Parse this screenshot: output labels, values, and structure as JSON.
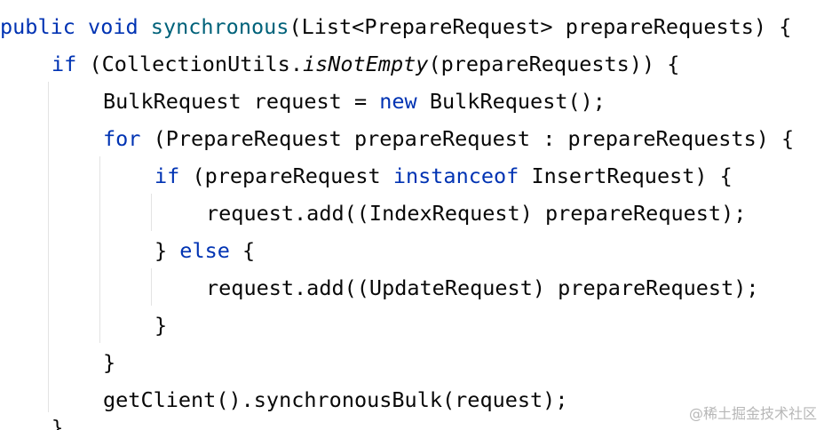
{
  "lines": [
    [
      [
        "kw",
        "public"
      ],
      [
        "p",
        " "
      ],
      [
        "kw",
        "void"
      ],
      [
        "p",
        " "
      ],
      [
        "fn",
        "synchronous"
      ],
      [
        "p",
        "(List<PrepareRequest> prepareRequests) {"
      ]
    ],
    [
      [
        "kw",
        "if"
      ],
      [
        "p",
        " (CollectionUtils."
      ],
      [
        "it",
        "isNotEmpty"
      ],
      [
        "p",
        "(prepareRequests)) {"
      ]
    ],
    [
      [
        "p",
        "BulkRequest request = "
      ],
      [
        "kw",
        "new"
      ],
      [
        "p",
        " BulkRequest();"
      ]
    ],
    [
      [
        "kw",
        "for"
      ],
      [
        "p",
        " (PrepareRequest prepareRequest : prepareRequests) {"
      ]
    ],
    [
      [
        "kw",
        "if"
      ],
      [
        "p",
        " (prepareRequest "
      ],
      [
        "kw",
        "instanceof"
      ],
      [
        "p",
        " InsertRequest) {"
      ]
    ],
    [
      [
        "p",
        "request.add((IndexRequest) prepareRequest);"
      ]
    ],
    [
      [
        "p",
        "} "
      ],
      [
        "kw",
        "else"
      ],
      [
        "p",
        " {"
      ]
    ],
    [
      [
        "p",
        "request.add((UpdateRequest) prepareRequest);"
      ]
    ],
    [
      [
        "p",
        "}"
      ]
    ],
    [
      [
        "p",
        "}"
      ]
    ],
    [
      [
        "p",
        "getClient().synchronousBulk(request);"
      ]
    ]
  ],
  "watermark": "@稀土掘金技术社区",
  "top_fragment": "'",
  "bottom_fragment": "}"
}
